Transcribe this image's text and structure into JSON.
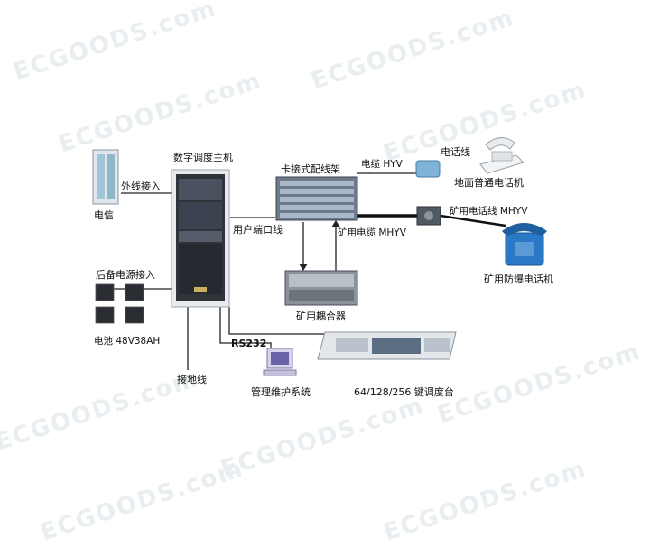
{
  "watermark": "ECGOODS.com",
  "nodes": {
    "telecom": "电信",
    "main_host": "数字调度主机",
    "distribution_frame": "卡接式配线架",
    "coupler": "矿用耦合器",
    "ground_phone": "地面普通电话机",
    "mine_phone": "矿用防爆电话机",
    "battery": "电池 48V38AH",
    "management": "管理维护系统",
    "console": "64/128/256 键调度台"
  },
  "links": {
    "external_line": "外线接入",
    "user_port_line": "用户端口线",
    "cable_hyv": "电缆 HYV",
    "phone_line": "电话线",
    "mine_cable_mhyv": "矿用电缆 MHYV",
    "mine_phone_line_mhyv": "矿用电话线 MHYV",
    "backup_power": "后备电源接入",
    "rs232": "RS232",
    "ground_line": "接地线"
  },
  "colors": {
    "line": "#222222",
    "thick_cable": "#111111",
    "rack": "#3a3f47",
    "frame_panel": "#7c8a9a",
    "phone_blue": "#2a79c7",
    "watermark": "#e9eef1"
  }
}
